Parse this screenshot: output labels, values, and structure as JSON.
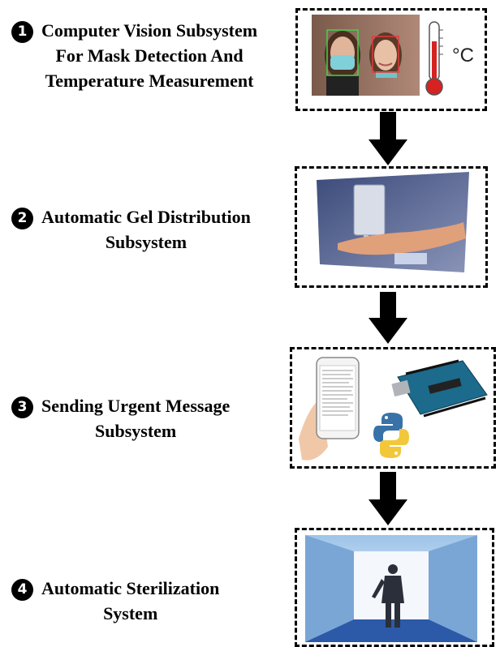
{
  "steps": [
    {
      "number": "1",
      "lines": [
        "Computer Vision Subsystem",
        "For Mask Detection And",
        "Temperature Measurement"
      ],
      "image": "mask-detection-thermometer",
      "unit": "°C"
    },
    {
      "number": "2",
      "lines": [
        "Automatic Gel Distribution",
        "Subsystem"
      ],
      "image": "gel-dispenser-hand"
    },
    {
      "number": "3",
      "lines": [
        "Sending Urgent Message",
        "Subsystem"
      ],
      "image": "phone-arduino-python"
    },
    {
      "number": "4",
      "lines": [
        "Automatic Sterilization",
        "System"
      ],
      "image": "sterilization-tunnel"
    }
  ],
  "colors": {
    "arrow": "#000000",
    "frame_border": "#000000",
    "badge": "#000000"
  }
}
